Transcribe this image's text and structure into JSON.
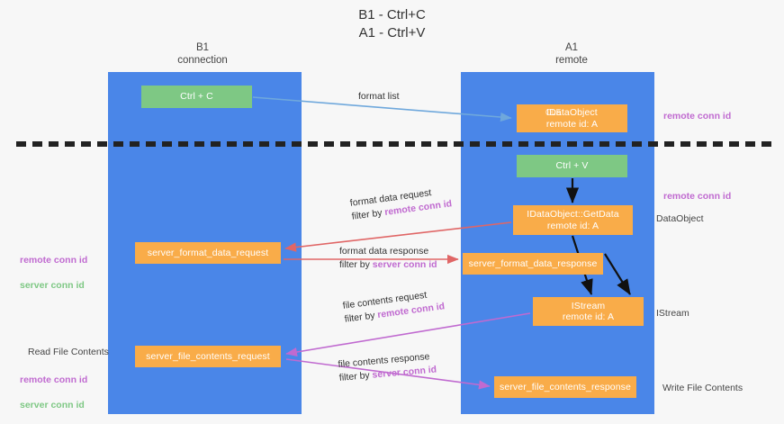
{
  "title": "B1 - Ctrl+C\nA1 - Ctrl+V",
  "lanes": [
    {
      "name": "b1",
      "label": "B1\nconnection",
      "color": "#4a86e8"
    },
    {
      "name": "a1",
      "label": "A1\nremote",
      "color": "#4a86e8"
    }
  ],
  "colors": {
    "lane": "#4a86e8",
    "green_box": "#7ec884",
    "orange_box": "#f9ac49",
    "remote_conn_id": "#c06ad0",
    "server_conn_id": "#7ec884",
    "arrow_format_list": "#6fa8dc",
    "arrow_format_data": "#e06666",
    "arrow_file_contents": "#c06ad0",
    "arrow_black": "#000000",
    "divider": "#222222",
    "background": "#f7f7f7"
  },
  "boxes": {
    "ctrl_c": "Ctrl + C",
    "idataobject_top_line1_under": "OLE",
    "idataobject_top_line1": "IDataObject",
    "idataobject_top_line2": "remote id: A",
    "ctrl_v": "Ctrl + V",
    "getdata_line1": "IDataObject::GetData",
    "getdata_line2": "remote id: A",
    "server_format_data_request": "server_format_data_request",
    "server_format_data_response": "server_format_data_response",
    "istream_line1": "IStream",
    "istream_line2": "remote id: A",
    "server_file_contents_request": "server_file_contents_request",
    "server_file_contents_response": "server_file_contents_response"
  },
  "edge_labels": {
    "format_list": "format list",
    "format_data_request": "format data request",
    "format_data_request_filter_prefix": "filter by ",
    "format_data_request_filter_key": "remote conn id",
    "format_data_response": "format data response",
    "format_data_response_filter_prefix": "filter by ",
    "format_data_response_filter_key": "server conn id",
    "file_contents_request": "file contents request",
    "file_contents_request_filter_prefix": "filter by ",
    "file_contents_request_filter_key": "remote conn id",
    "file_contents_response": "file contents response",
    "file_contents_response_filter_prefix": "filter by ",
    "file_contents_response_filter_key": "server conn id"
  },
  "annotations": {
    "right_remote_conn_id_top": "remote conn id",
    "right_remote_conn_id_mid": "remote conn id",
    "right_dataobject": "DataObject",
    "right_istream": "IStream",
    "right_write_file_contents": "Write File Contents",
    "left_remote_conn_id": "remote conn id",
    "left_server_conn_id": "server conn id",
    "left_read_file_contents": "Read File Contents",
    "left_remote_conn_id_2": "remote conn id",
    "left_server_conn_id_2": "server conn id"
  }
}
